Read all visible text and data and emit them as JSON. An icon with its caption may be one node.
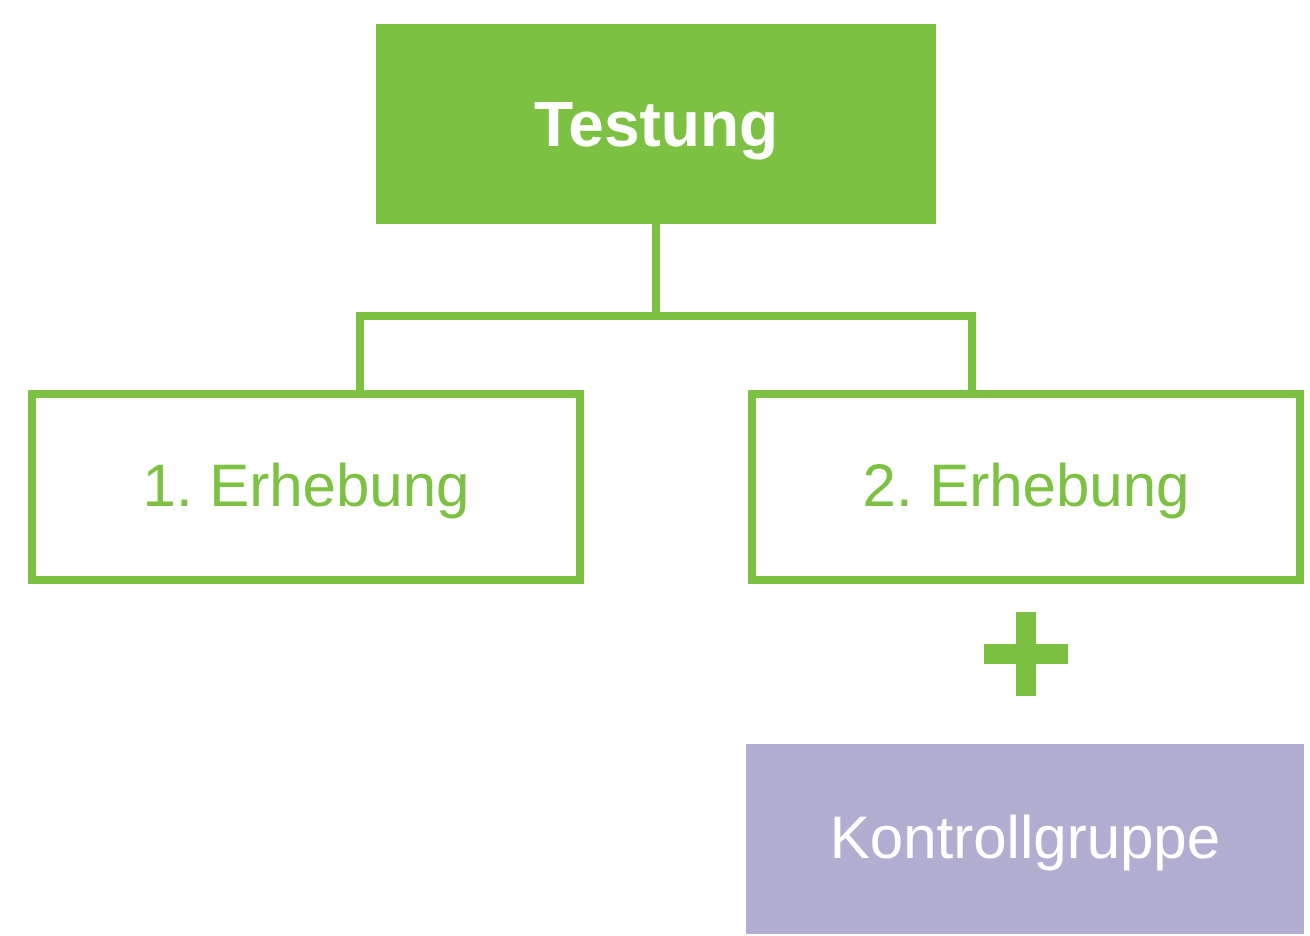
{
  "diagram": {
    "nodes": [
      {
        "text": [
          "Testung"
        ]
      },
      {
        "text": [
          "1. Erhebung"
        ]
      },
      {
        "text": [
          "2. Erhebung"
        ]
      },
      {
        "text": [
          "Kontrollgruppe"
        ]
      }
    ],
    "edges": [
      {
        "from": 0,
        "to": 1,
        "arrow": "none"
      },
      {
        "from": 0,
        "to": 2,
        "arrow": "none"
      }
    ]
  }
}
